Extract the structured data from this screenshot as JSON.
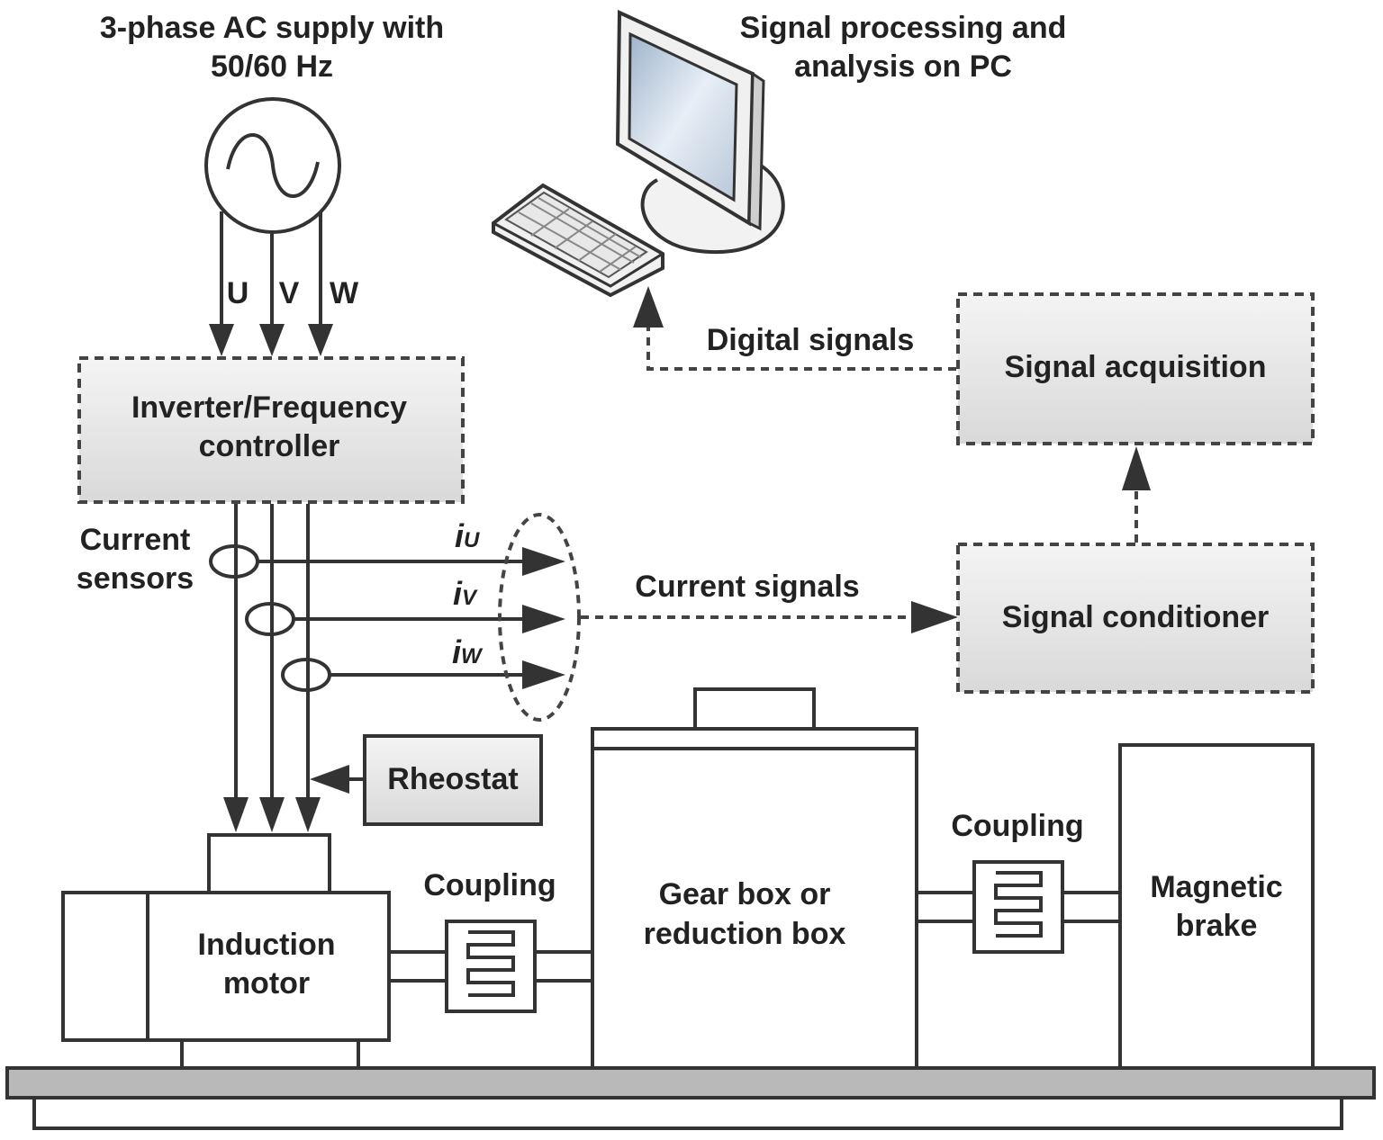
{
  "supply": {
    "title_line1": "3-phase AC supply with",
    "title_line2": "50/60 Hz",
    "phases": [
      "U",
      "V",
      "W"
    ]
  },
  "pc": {
    "title_line1": "Signal processing and",
    "title_line2": "analysis on PC"
  },
  "inverter": {
    "line1": "Inverter/Frequency",
    "line2": "controller"
  },
  "sensors": {
    "line1": "Current",
    "line2": "sensors",
    "currents": [
      {
        "main": "i",
        "sub": "U"
      },
      {
        "main": "i",
        "sub": "V"
      },
      {
        "main": "i",
        "sub": "W"
      }
    ]
  },
  "signals": {
    "digital": "Digital signals",
    "current": "Current signals"
  },
  "acquisition": {
    "label": "Signal acquisition"
  },
  "conditioner": {
    "label": "Signal conditioner"
  },
  "rheostat": {
    "label": "Rheostat"
  },
  "motor": {
    "line1": "Induction",
    "line2": "motor"
  },
  "coupling_left": {
    "label": "Coupling"
  },
  "gearbox": {
    "line1": "Gear box or",
    "line2": "reduction box"
  },
  "coupling_right": {
    "label": "Coupling"
  },
  "brake": {
    "line1": "Magnetic",
    "line2": "brake"
  }
}
